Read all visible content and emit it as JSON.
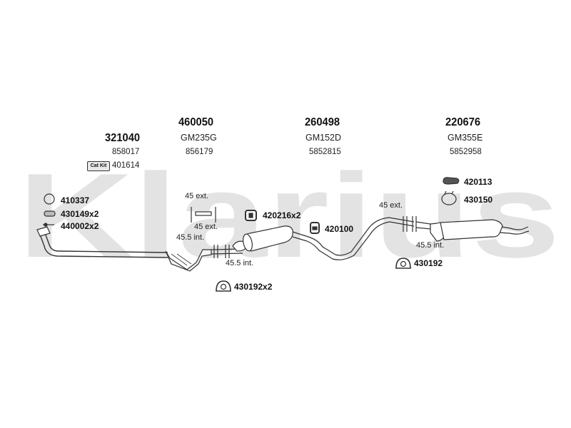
{
  "watermark": "Klarius",
  "groups": [
    {
      "part": "321040",
      "oe": "858017",
      "extra": "401614"
    },
    {
      "part": "460050",
      "ref": "GM235G",
      "oe": "856179"
    },
    {
      "part": "260498",
      "ref": "GM152D",
      "oe": "5852815"
    },
    {
      "part": "220676",
      "ref": "GM355E",
      "oe": "5852958"
    }
  ],
  "cat_kit": "Cat Kit",
  "fittings": {
    "f410337": "410337",
    "f430149": "430149x2",
    "f440002": "440002x2",
    "f420216": "420216x2",
    "f420100": "420100",
    "f430192x2": "430192x2",
    "f420113": "420113",
    "f430150": "430150",
    "f430192": "430192"
  },
  "notes": {
    "ext1": "45 ext.",
    "ext2": "45 ext.",
    "int1": "45.5 int.",
    "int2": "45.5 int.",
    "ext3": "45 ext.",
    "int3": "45.5 int."
  },
  "colors": {
    "watermark": "#e3e3e3",
    "line": "#333333"
  }
}
